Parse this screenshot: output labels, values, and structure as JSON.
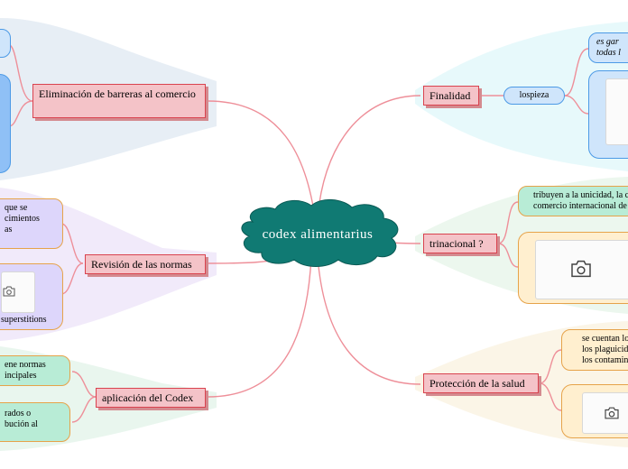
{
  "center": {
    "label": "codex  alimentarius"
  },
  "branches": {
    "barreras": {
      "label": "Eliminación de barreras al comercio"
    },
    "revision": {
      "label": "Revisión de las normas"
    },
    "aplicacion": {
      "label": "aplicación del Codex"
    },
    "finalidad": {
      "label": "Finalidad"
    },
    "trinacional": {
      "label": "trinacional ?"
    },
    "proteccion": {
      "label": "Protección de la salud"
    }
  },
  "subs": {
    "lospieza": "lospieza",
    "finalidad_note": "es gar\ntodas l",
    "trinacional_note": "tribuyen a la unicidad, la c\ncomercio internacional de",
    "proteccion_note": "se cuentan lo\nlos plaguicid\nlos contamin",
    "revision_top": "que se\ncimientos\nas",
    "revision_bottom": "superstitions",
    "aplicacion_top": "ene normas\nincipales",
    "aplicacion_bottom": "rados o\nbución al"
  },
  "icons": {
    "camera": "camera-icon"
  },
  "colors": {
    "cloud": "#107a73",
    "branch_fill": "#f4c3c8",
    "branch_border": "#d9434f",
    "connector": "#ee8f99"
  }
}
